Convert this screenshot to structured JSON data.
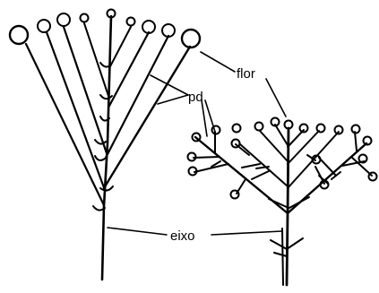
{
  "labels": {
    "flower": "flor",
    "pedicel": "pd",
    "axis": "eixo"
  },
  "colors": {
    "ink": "#000000",
    "background": "#ffffff"
  }
}
